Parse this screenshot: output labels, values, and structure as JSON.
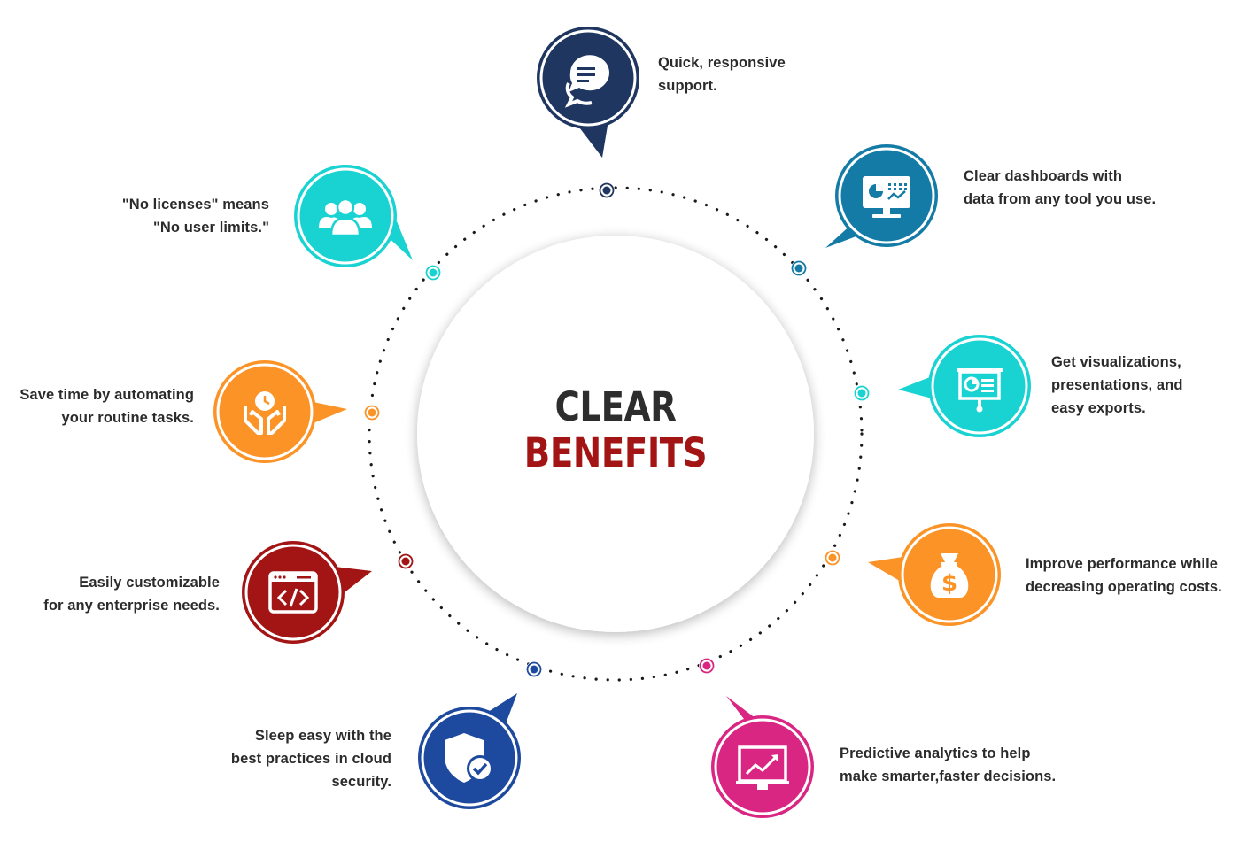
{
  "center": {
    "line1": "CLEAR",
    "line2": "BENEFITS",
    "line1_color": "#2d2d2d",
    "line2_color": "#a31515"
  },
  "benefits": [
    {
      "id": "support",
      "icon": "chat-bubble-icon",
      "color": "#1f3660",
      "lines": [
        "Quick, responsive",
        "support."
      ]
    },
    {
      "id": "dashboards",
      "icon": "dashboard-monitor-icon",
      "color": "#137ba6",
      "lines": [
        "Clear dashboards with",
        "data from any tool you use."
      ]
    },
    {
      "id": "visualizations",
      "icon": "presentation-board-icon",
      "color": "#19d3d3",
      "lines": [
        "Get visualizations,",
        "presentations, and",
        "easy exports."
      ]
    },
    {
      "id": "costs",
      "icon": "money-bag-icon",
      "color": "#fb9326",
      "lines": [
        "Improve performance while",
        "decreasing operating costs."
      ]
    },
    {
      "id": "analytics",
      "icon": "trend-chart-icon",
      "color": "#da2683",
      "lines": [
        "Predictive analytics to help",
        "make smarter,faster decisions."
      ]
    },
    {
      "id": "security",
      "icon": "shield-check-icon",
      "color": "#1d4a9e",
      "lines": [
        "Sleep easy with the",
        "best practices in cloud",
        "security."
      ]
    },
    {
      "id": "customizable",
      "icon": "code-window-icon",
      "color": "#a31515",
      "lines": [
        "Easily customizable",
        "for any enterprise needs."
      ]
    },
    {
      "id": "automation",
      "icon": "hands-clock-icon",
      "color": "#fb9326",
      "lines": [
        "Save time by automating",
        "your routine tasks."
      ]
    },
    {
      "id": "licenses",
      "icon": "users-group-icon",
      "color": "#19d3d3",
      "lines": [
        "\"No licenses\" means",
        "\"No user limits.\""
      ]
    }
  ]
}
